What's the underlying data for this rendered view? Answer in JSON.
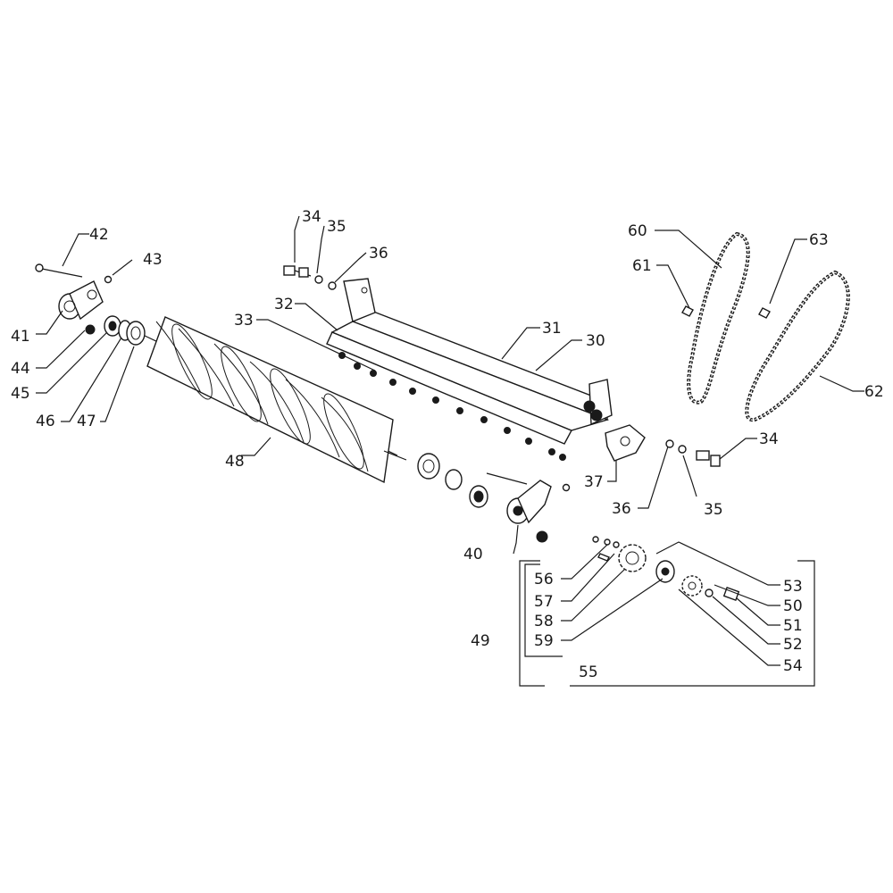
{
  "labels": {
    "l30": "30",
    "l31": "31",
    "l32": "32",
    "l33": "33",
    "l34a": "34",
    "l35a": "35",
    "l36a": "36",
    "l34b": "34",
    "l35b": "35",
    "l36b": "36",
    "l37": "37",
    "l40": "40",
    "l41": "41",
    "l42": "42",
    "l43": "43",
    "l44": "44",
    "l45": "45",
    "l46": "46",
    "l47": "47",
    "l48": "48",
    "l49": "49",
    "l50": "50",
    "l51": "51",
    "l52": "52",
    "l53": "53",
    "l54": "54",
    "l55": "55",
    "l56": "56",
    "l57": "57",
    "l58": "58",
    "l59": "59",
    "l60": "60",
    "l61": "61",
    "l62": "62",
    "l63": "63"
  }
}
